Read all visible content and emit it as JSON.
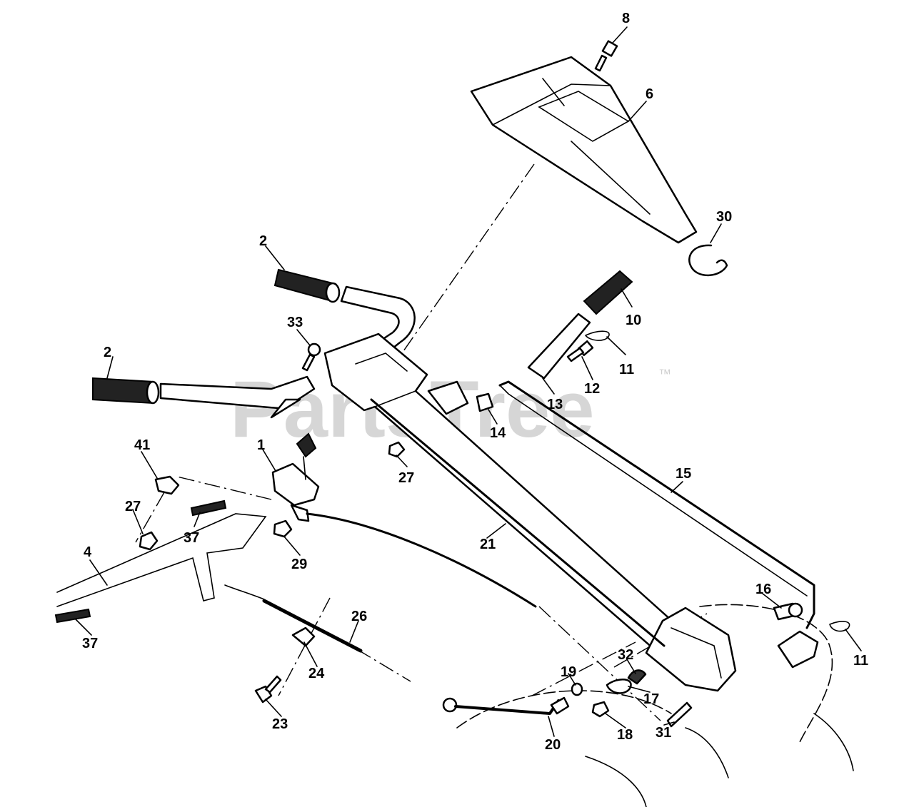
{
  "watermark": {
    "brand": "PartsTree",
    "tm": "™"
  },
  "callouts": [
    {
      "id": "c8",
      "text": "8"
    },
    {
      "id": "c6",
      "text": "6"
    },
    {
      "id": "c30",
      "text": "30"
    },
    {
      "id": "c2a",
      "text": "2"
    },
    {
      "id": "c2b",
      "text": "2"
    },
    {
      "id": "c33",
      "text": "33"
    },
    {
      "id": "c10",
      "text": "10"
    },
    {
      "id": "c11a",
      "text": "11"
    },
    {
      "id": "c12",
      "text": "12"
    },
    {
      "id": "c13",
      "text": "13"
    },
    {
      "id": "c14",
      "text": "14"
    },
    {
      "id": "c41",
      "text": "41"
    },
    {
      "id": "c1",
      "text": "1"
    },
    {
      "id": "c27a",
      "text": "27"
    },
    {
      "id": "c27b",
      "text": "27"
    },
    {
      "id": "c15",
      "text": "15"
    },
    {
      "id": "c37a",
      "text": "37"
    },
    {
      "id": "c29",
      "text": "29"
    },
    {
      "id": "c21",
      "text": "21"
    },
    {
      "id": "c4",
      "text": "4"
    },
    {
      "id": "c16",
      "text": "16"
    },
    {
      "id": "c26",
      "text": "26"
    },
    {
      "id": "c37b",
      "text": "37"
    },
    {
      "id": "c32",
      "text": "32"
    },
    {
      "id": "c11b",
      "text": "11"
    },
    {
      "id": "c24",
      "text": "24"
    },
    {
      "id": "c19",
      "text": "19"
    },
    {
      "id": "c17",
      "text": "17"
    },
    {
      "id": "c23",
      "text": "23"
    },
    {
      "id": "c18",
      "text": "18"
    },
    {
      "id": "c31",
      "text": "31"
    },
    {
      "id": "c20",
      "text": "20"
    }
  ]
}
